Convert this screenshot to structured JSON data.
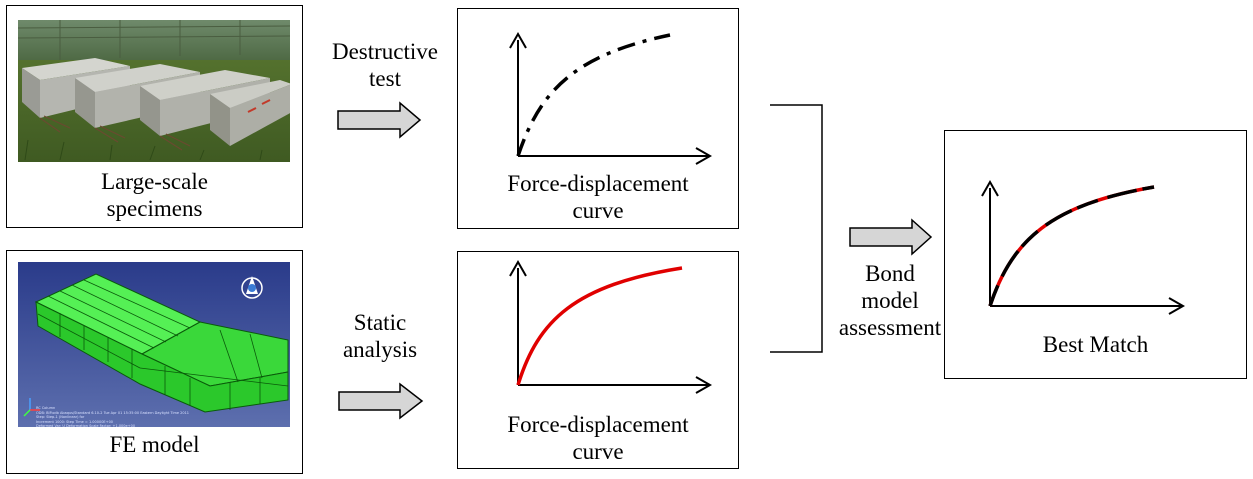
{
  "specimens": {
    "label_line1": "Large-scale",
    "label_line2": "specimens"
  },
  "fe_model": {
    "label": "FE model",
    "screen_text": [
      "RC Column",
      "ODB: BIP.odb    Abaqus/Standard 6.10-2    Tue Apr 01 15:35:00 Eastern Daylight Time 2011",
      "Step: Step-1 (Nonlinear) for",
      "Increment    1000: Step Time =    1.00000E+00",
      "Deformed Var: U    Deformation Scale Factor: +1.000e+00"
    ]
  },
  "arrows": {
    "destructive_line1": "Destructive",
    "destructive_line2": "test",
    "static_line1": "Static",
    "static_line2": "analysis"
  },
  "curve_top": {
    "label_line1": "Force-displacement",
    "label_line2": "curve"
  },
  "curve_bottom": {
    "label_line1": "Force-displacement",
    "label_line2": "curve"
  },
  "assessment": {
    "line1": "Bond",
    "line2": "model",
    "line3": "assessment"
  },
  "best_match": {
    "label": "Best Match"
  },
  "colors": {
    "fe_curve": "#e00000",
    "test_curve": "#000000",
    "arrow_fill": "#d6d6d6",
    "mesh_green": "#22ee22",
    "fe_background": "#1f2a6e"
  }
}
